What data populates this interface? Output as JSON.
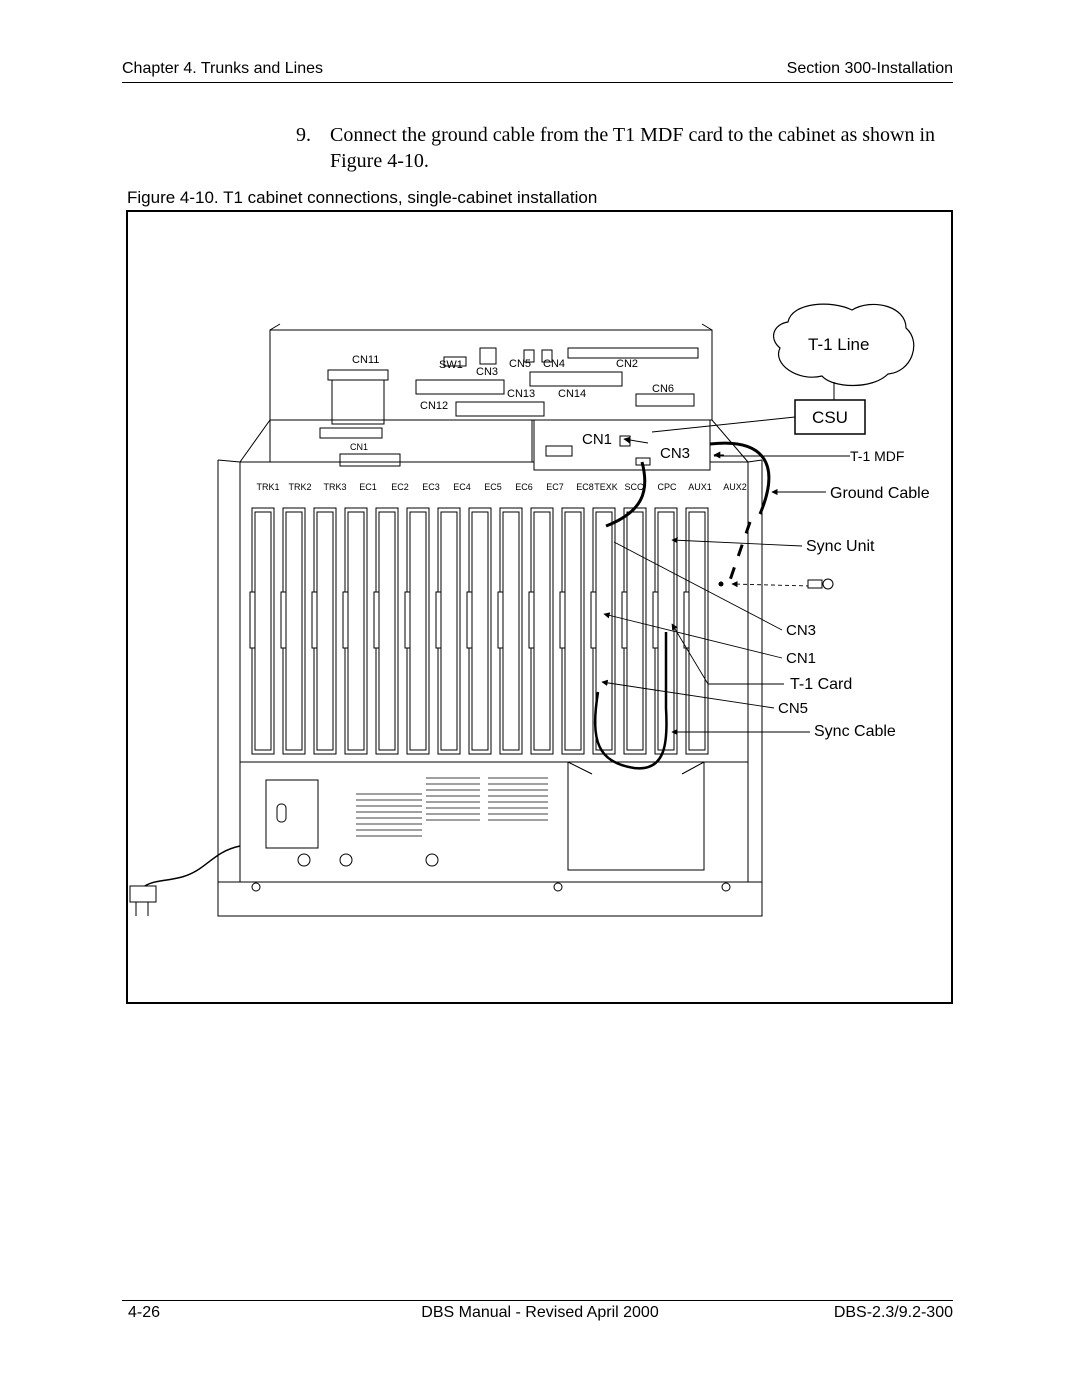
{
  "header": {
    "chapter": "Chapter 4. Trunks and Lines",
    "section": "Section 300-Installation"
  },
  "step": {
    "number": "9.",
    "text": "Connect the ground cable from the T1 MDF card to the cabinet as shown in Figure 4-10."
  },
  "figure": {
    "caption": "Figure 4-10. T1 cabinet connections, single-cabinet installation",
    "labels": {
      "t1_line": "T-1 Line",
      "csu": "CSU",
      "t1_mdf": "T-1 MDF",
      "ground_cable": "Ground Cable",
      "sync_unit": "Sync Unit",
      "cn3_right": "CN3",
      "cn1_right": "CN1",
      "t1_card": "T-1 Card",
      "cn5_right": "CN5",
      "sync_cable": "Sync Cable",
      "cn1_mdf": "CN1",
      "cn3_mdf": "CN3"
    },
    "board_labels": {
      "cn11": "CN11",
      "sw1": "SW1",
      "cn3": "CN3",
      "cn5": "CN5",
      "cn4": "CN4",
      "cn2": "CN2",
      "cn6": "CN6",
      "cn13": "CN13",
      "cn14": "CN14",
      "cn12": "CN12",
      "cn1": "CN1"
    },
    "slots": [
      "TRK1",
      "TRK2",
      "TRK3",
      "EC1",
      "EC2",
      "EC3",
      "EC4",
      "EC5",
      "EC6",
      "EC7",
      "EC8",
      "TEXK",
      "SCC",
      "CPC",
      "AUX1",
      "AUX2"
    ]
  },
  "footer": {
    "page": "4-26",
    "title": "DBS Manual - Revised April 2000",
    "doc": "DBS-2.3/9.2-300"
  }
}
